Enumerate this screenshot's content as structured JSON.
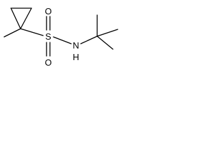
{
  "molecule": {
    "atoms": {
      "sulfur": "S",
      "oxygen_top": "O",
      "oxygen_bottom": "O",
      "nitrogen": "N",
      "hydrogen": "H"
    }
  }
}
